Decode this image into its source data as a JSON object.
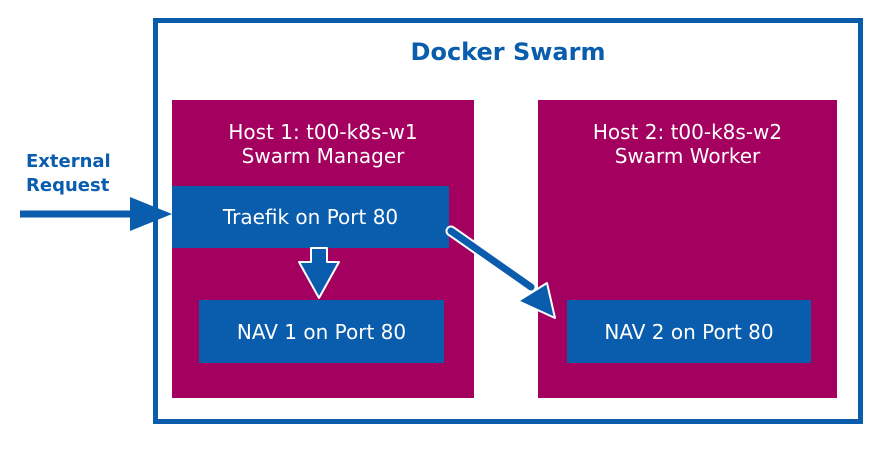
{
  "title": "Docker Swarm",
  "external": {
    "line1": "External",
    "line2": "Request"
  },
  "host1": {
    "line1": "Host 1: t00-k8s-w1",
    "line2": "Swarm Manager"
  },
  "host2": {
    "line1": "Host 2: t00-k8s-w2",
    "line2": "Swarm Worker"
  },
  "traefik": "Traefik on Port 80",
  "nav1": "NAV 1 on Port 80",
  "nav2": "NAV 2 on Port 80",
  "colors": {
    "blue": "#0a5cad",
    "host": "#a30060",
    "arrow_outline": "#ffffff"
  }
}
